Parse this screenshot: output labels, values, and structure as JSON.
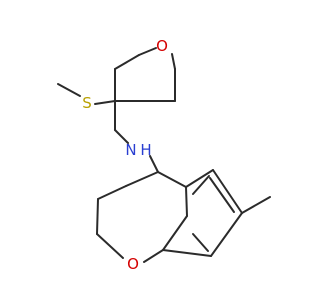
{
  "molecule": {
    "atoms": {
      "ring_oxygen_top": {
        "text": "O",
        "color": "#d40000"
      },
      "sulfur": {
        "text": "S",
        "color": "#b8a000"
      },
      "amine_nitrogen": {
        "text": "N",
        "color": "#2a3fd1"
      },
      "amine_hydrogen": {
        "text": "H",
        "color": "#2a3fd1"
      },
      "ring_oxygen_bottom": {
        "text": "O",
        "color": "#d40000"
      }
    },
    "bond_color": "#2b2b2b"
  }
}
